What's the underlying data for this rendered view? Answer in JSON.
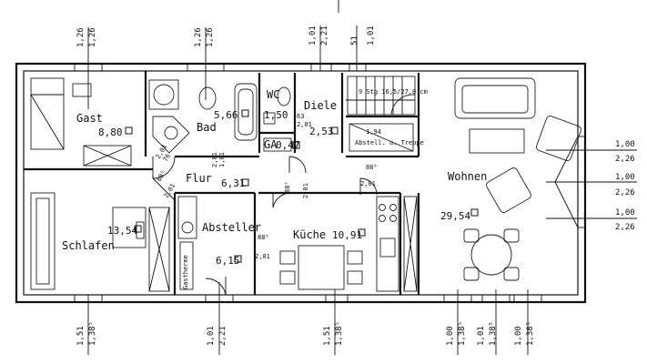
{
  "rooms": {
    "gast": {
      "label": "Gast",
      "area": "8,80"
    },
    "bad": {
      "label": "Bad",
      "area": "5,66"
    },
    "wc": {
      "label": "WC",
      "area": "1,50"
    },
    "diele": {
      "label": "Diele",
      "area": "2,53"
    },
    "ga": {
      "label": "GA",
      "area": "0,47"
    },
    "flur": {
      "label": "Flur",
      "area": "6,31"
    },
    "abstell_treppe": {
      "label": "Abstell. u. Treppe",
      "area": "1,94"
    },
    "wohnen": {
      "label": "Wohnen",
      "area": "29,54"
    },
    "schlafen": {
      "label": "Schlafen",
      "area": "13,54"
    },
    "absteller": {
      "label": "Absteller",
      "area": "6,15"
    },
    "kueche": {
      "label": "Küche",
      "area": "10,91"
    }
  },
  "notes": {
    "stair": "9 Stg 16,5/27,0 cm",
    "gastherme": "Gastherme"
  },
  "openings": {
    "top": [
      {
        "top": "1,26",
        "bottom": "1,26"
      },
      {
        "top": "1,26",
        "bottom": "1,26"
      },
      {
        "top": "1,01",
        "bottom": "2,21"
      },
      {
        "top": "51",
        "bottom": "1,01"
      }
    ],
    "bottom": [
      {
        "top": "1,51",
        "bottom": "1,38⁵"
      },
      {
        "top": "1,01",
        "bottom": "2,21"
      },
      {
        "top": "1,51",
        "bottom": "1,38⁵"
      },
      {
        "top": "1,00",
        "bottom": "1,38⁵"
      },
      {
        "top": "1,01",
        "bottom": "1,38⁵"
      },
      {
        "top": "1,00",
        "bottom": "1,38⁵"
      }
    ],
    "right": [
      {
        "top": "1,00",
        "bottom": "2,26"
      },
      {
        "top": "1,00",
        "bottom": "2,26"
      },
      {
        "top": "1,00",
        "bottom": "2,26"
      }
    ],
    "interior": {
      "bad_door": {
        "top": "2,01",
        "bottom": "1,01"
      },
      "wc_door": {
        "top": "63",
        "bottom": "2,01"
      },
      "gast_door": {
        "top": "2,01",
        "bottom": "76"
      },
      "schlafen_door": {
        "top": "88⁵",
        "bottom": "2,01"
      },
      "flur_kitchen": {
        "top": "88⁵",
        "bottom": "2,01"
      },
      "abstell_door": {
        "top": "88⁵",
        "bottom": "2,01"
      },
      "treppe_door": {
        "top": "88⁵",
        "bottom": "2,01"
      }
    }
  }
}
